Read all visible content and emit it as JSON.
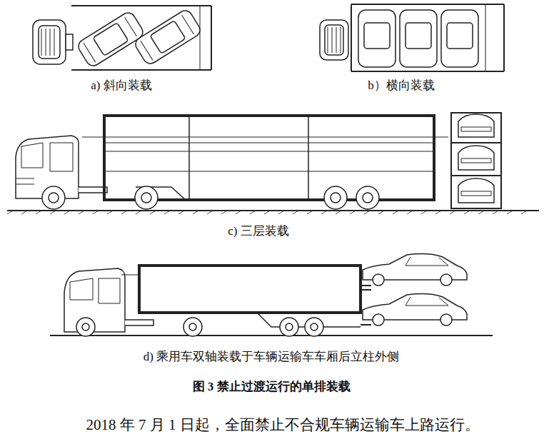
{
  "diagram": {
    "caption": "图 3 禁止过渡运行的单排装载",
    "labels": [
      "a)  斜向装载",
      "b）横向装载",
      "c)  三层装载",
      "d)  乘用车双轴装载于车辆运输车车厢后立柱外侧",
      "2018 年 7 月 1 日起，全面禁止不合规车辆运输车上路运行。"
    ]
  }
}
